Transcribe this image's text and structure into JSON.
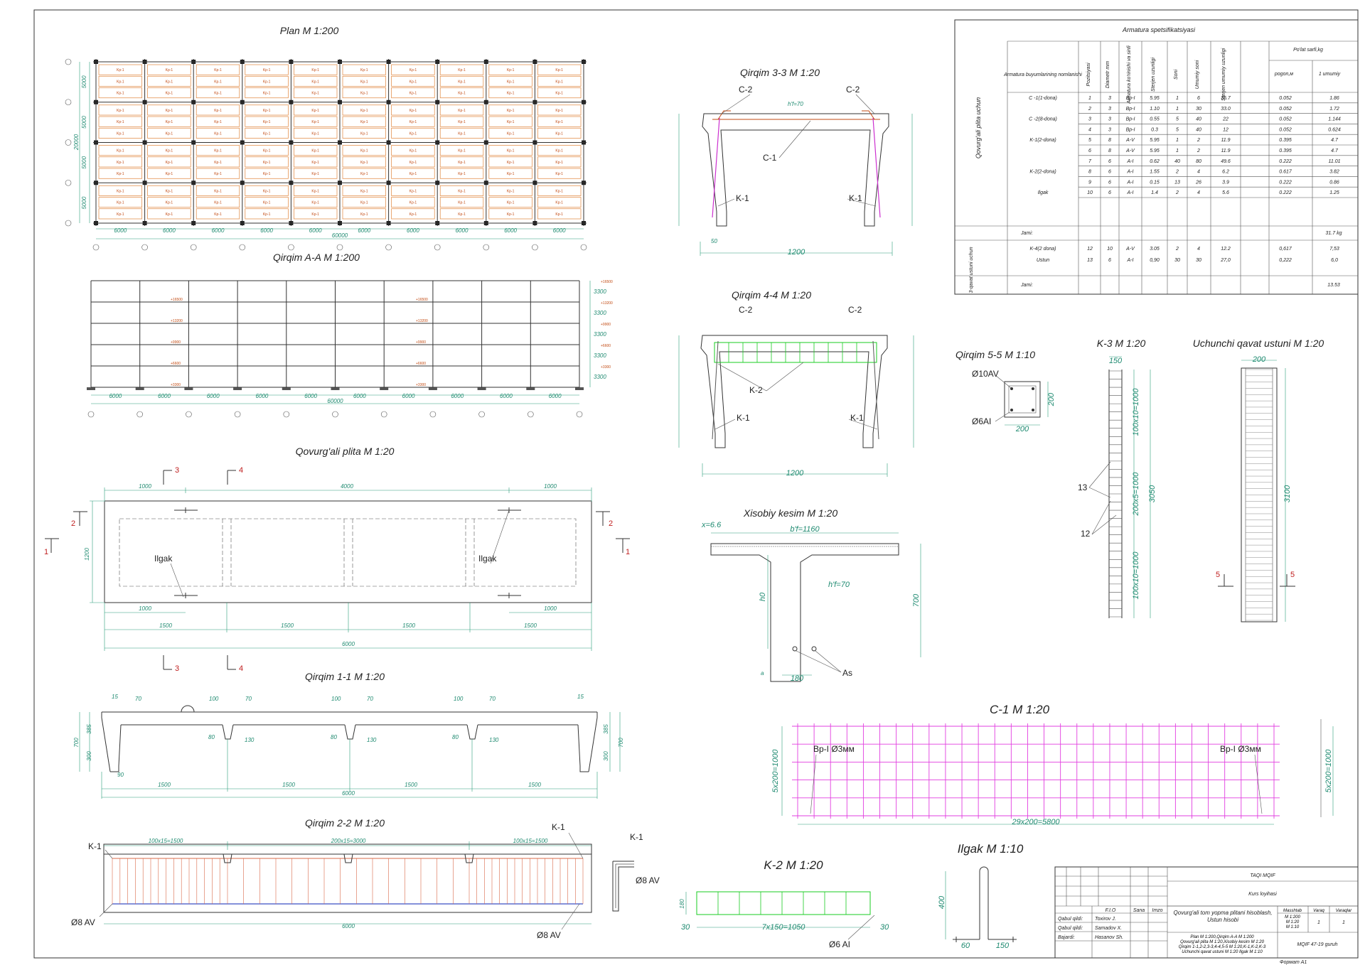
{
  "titles": {
    "plan": "Plan M 1:200",
    "section_aa": "Qirqim A-A M 1:200",
    "slab": "Qovurg'ali plita M 1:20",
    "section_11": "Qirqim 1-1 M 1:20",
    "section_22": "Qirqim 2-2 M 1:20",
    "section_33": "Qirqim 3-3 M 1:20",
    "section_44": "Qirqim 4-4 M 1:20",
    "calc_section": "Xisobiy kesim M 1:20",
    "c1": "C-1 M 1:20",
    "k2": "K-2 M 1:20",
    "hook": "Ilgak M 1:10",
    "section_55": "Qirqim 5-5 M 1:10",
    "k3": "K-3 M 1:20",
    "column3": "Uchunchi qavat ustuni M 1:20"
  },
  "plan": {
    "bay": "6000",
    "total": "60000",
    "rows": [
      "5000",
      "5000",
      "5000",
      "5000"
    ],
    "total_h": "20000",
    "panel": "Kp-1"
  },
  "aa": {
    "elev": [
      "+3300",
      "+6600",
      "+9900",
      "+13200",
      "+16500"
    ],
    "h": "3300"
  },
  "slab": {
    "ilgak": "Ilgak",
    "d1000": "1000",
    "d4000": "4000",
    "d1200": "1200",
    "d1500": "1500",
    "d6000": "6000",
    "cut1": "1",
    "cut2": "2",
    "cut3": "3",
    "cut4": "4"
  },
  "s11": {
    "d15": "15",
    "d70": "70",
    "d100": "100",
    "d80": "80",
    "d130": "130",
    "d90": "90",
    "d300": "300",
    "d385": "385",
    "d700": "700",
    "d1500": "1500",
    "d6000": "6000"
  },
  "s22": {
    "k1": "K-1",
    "rebar": "Ø8 AV",
    "z1": "100x15=1500",
    "z2": "200x15=3000",
    "z3": "100x15=1500",
    "len": "6000"
  },
  "s33": {
    "c2": "C-2",
    "c1": "C-1",
    "k1": "K-1",
    "w": "1200",
    "hf": "h'f=70",
    "d50": "50"
  },
  "s44": {
    "c2": "C-2",
    "k2": "K-2",
    "k1": "K-1",
    "w": "1200"
  },
  "calc": {
    "x": "x=6.6",
    "bf": "b'f=1160",
    "hf": "h'f=70",
    "h0": "h0",
    "h": "700",
    "b": "180",
    "as": "As",
    "a": "a"
  },
  "c1": {
    "bar": "Bp-I Ø3мм",
    "w": "29x200=5800",
    "h": "5x200=1000"
  },
  "k2": {
    "bar": "Ø6 AI",
    "len": "7x150=1050",
    "h": "180",
    "e": "30"
  },
  "hook": {
    "h": "400",
    "a": "60",
    "b": "150"
  },
  "s55": {
    "long": "Ø10AV",
    "tie": "Ø6AI",
    "w": "200",
    "h": "200"
  },
  "k3": {
    "w": "150",
    "a": "100x10=1000",
    "b": "200x5=1000",
    "c": "100x10=1000",
    "total": "3050",
    "n13": "13",
    "n12": "12"
  },
  "col3": {
    "w": "200",
    "h": "3100",
    "cut": "5"
  },
  "spec": {
    "title": "Armatura spetsifikatsiyasi",
    "group1": "Qovurg'ali plita uchun",
    "group2": "3-qavat ustuni uchun",
    "headers": {
      "name": "Armatura buyumlarining nomlanishi",
      "pos": "Pozitsiyasi",
      "dia": "Diametr mm",
      "grade": "Armatura ko'rinishi va sinfi",
      "len": "Sterjen uzunligi",
      "qty": "Soni",
      "tot": "Umumiy soni",
      "totlen": "Sterjen umumiy uzunligi",
      "steel": "Po'lat sarfi,kg",
      "pm": "pogon,м",
      "all": "1 umumiy"
    },
    "rows": [
      {
        "name": "C -1(1-dona)",
        "pos": "1",
        "dia": "3",
        "grade": "Bp-I",
        "len": "5.95",
        "qty": "1",
        "tot": "6",
        "tl": "35.7",
        "pm": "0.052",
        "all": "1.86"
      },
      {
        "name": "",
        "pos": "2",
        "dia": "3",
        "grade": "Bp-I",
        "len": "1.10",
        "qty": "1",
        "tot": "30",
        "tl": "33.0",
        "pm": "0.052",
        "all": "1.72"
      },
      {
        "name": "C -2(8-dona)",
        "pos": "3",
        "dia": "3",
        "grade": "Bp-I",
        "len": "0.55",
        "qty": "5",
        "tot": "40",
        "tl": "22",
        "pm": "0.052",
        "all": "1.144"
      },
      {
        "name": "",
        "pos": "4",
        "dia": "3",
        "grade": "Bp-I",
        "len": "0.3",
        "qty": "5",
        "tot": "40",
        "tl": "12",
        "pm": "0.052",
        "all": "0.624"
      },
      {
        "name": "K-1(2-dona)",
        "pos": "5",
        "dia": "8",
        "grade": "A-V",
        "len": "5.95",
        "qty": "1",
        "tot": "2",
        "tl": "11.9",
        "pm": "0.395",
        "all": "4.7"
      },
      {
        "name": "",
        "pos": "6",
        "dia": "8",
        "grade": "A-V",
        "len": "5.95",
        "qty": "1",
        "tot": "2",
        "tl": "11.9",
        "pm": "0.395",
        "all": "4.7"
      },
      {
        "name": "",
        "pos": "7",
        "dia": "6",
        "grade": "A-I",
        "len": "0.62",
        "qty": "40",
        "tot": "80",
        "tl": "49.6",
        "pm": "0.222",
        "all": "11.01"
      },
      {
        "name": "K-2(2-dona)",
        "pos": "8",
        "dia": "6",
        "grade": "A-I",
        "len": "1.55",
        "qty": "2",
        "tot": "4",
        "tl": "6.2",
        "pm": "0.617",
        "all": "3.82"
      },
      {
        "name": "",
        "pos": "9",
        "dia": "6",
        "grade": "A-I",
        "len": "0.15",
        "qty": "13",
        "tot": "26",
        "tl": "3.9",
        "pm": "0.222",
        "all": "0.86"
      },
      {
        "name": "Ilgak",
        "pos": "10",
        "dia": "6",
        "grade": "A-I",
        "len": "1.4",
        "qty": "2",
        "tot": "4",
        "tl": "5.6",
        "pm": "0.222",
        "all": "1.25"
      }
    ],
    "total1_label": "Jami:",
    "total1": "31.7 kg",
    "rows2": [
      {
        "name": "K-4(2 dona)",
        "pos": "12",
        "dia": "10",
        "grade": "A-V",
        "len": "3.05",
        "qty": "2",
        "tot": "4",
        "tl": "12.2",
        "pm": "0,617",
        "all": "7,53"
      },
      {
        "name": "Ustun",
        "pos": "13",
        "dia": "6",
        "grade": "A-I",
        "len": "0,90",
        "qty": "30",
        "tot": "30",
        "tl": "27,0",
        "pm": "0,222",
        "all": "6,0"
      }
    ],
    "total2_label": "Jami:",
    "total2": "13.53"
  },
  "stamp": {
    "org": "TAQI MQIF",
    "work": "Kurs loyihasi",
    "fio": "F.I.O",
    "sign": "Sana",
    "imzo": "Imzo",
    "r1l": "Qabul qildi:",
    "r1n": "Toxirov J.",
    "r2l": "Qabul qildi:",
    "r2n": "Samadov X.",
    "r3l": "Bajardi:",
    "r3n": "Hasanov Sh.",
    "subject": "Qovurg'ali tom yopma plitani hisoblash, Ustun hisobi",
    "sheets1": "Plan M 1:200,Qirqim A-A M 1:200",
    "sheets2": "Qovurg'ali plita M 1:20,Xisobiy kesim M 1:20",
    "sheets3": "Qirqim 1-1,2-2,3-3,4-4,5-5 M 1:20,K-1,K-2,K-3",
    "sheets4": "Uchunchi qavat ustuni M 1:20 Ilgak M 1:10",
    "mash": "Masshtab",
    "mval1": "M 1:200",
    "mval2": "M 1:20",
    "mval3": "M 1:10",
    "varaq": "Varaq",
    "varaqlar": "Varaqlar",
    "v1": "1",
    "v2": "1",
    "group": "MQIF 47-19 guruh",
    "format": "Формат А1"
  }
}
